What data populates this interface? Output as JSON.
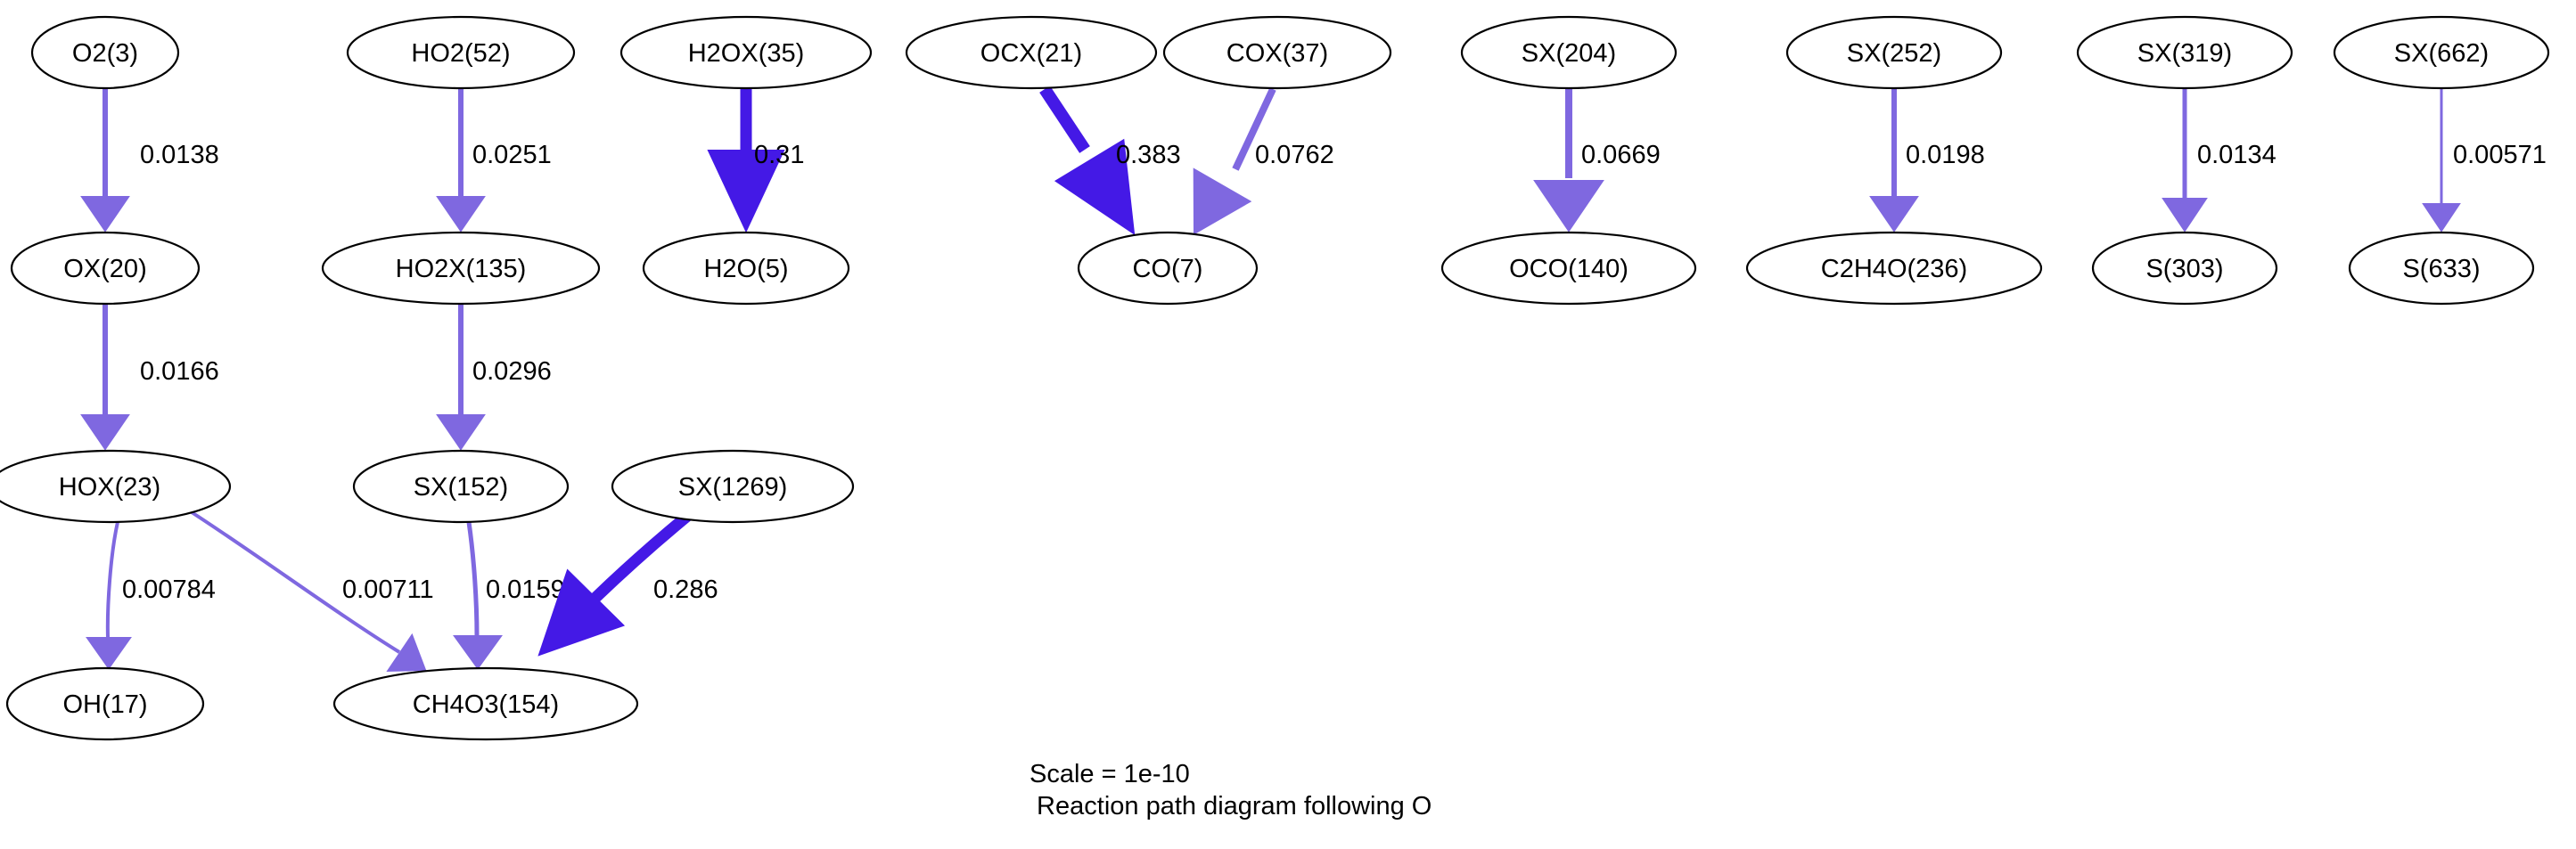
{
  "caption": {
    "scale": "Scale = 1e-10",
    "subtitle": " Reaction path diagram following O"
  },
  "colors": {
    "strong": "#4419e6",
    "medium": "#5a32e8",
    "weak": "#7f68e0"
  },
  "nodes": [
    {
      "id": "O2_3",
      "label": "O2(3)"
    },
    {
      "id": "HO2_52",
      "label": "HO2(52)"
    },
    {
      "id": "H2OX_35",
      "label": "H2OX(35)"
    },
    {
      "id": "OCX_21",
      "label": "OCX(21)"
    },
    {
      "id": "COX_37",
      "label": "COX(37)"
    },
    {
      "id": "SX_204",
      "label": "SX(204)"
    },
    {
      "id": "SX_252",
      "label": "SX(252)"
    },
    {
      "id": "SX_319",
      "label": "SX(319)"
    },
    {
      "id": "SX_662",
      "label": "SX(662)"
    },
    {
      "id": "OX_20",
      "label": "OX(20)"
    },
    {
      "id": "HO2X_135",
      "label": "HO2X(135)"
    },
    {
      "id": "H2O_5",
      "label": "H2O(5)"
    },
    {
      "id": "CO_7",
      "label": "CO(7)"
    },
    {
      "id": "OCO_140",
      "label": "OCO(140)"
    },
    {
      "id": "C2H4O_236",
      "label": "C2H4O(236)"
    },
    {
      "id": "S_303",
      "label": "S(303)"
    },
    {
      "id": "S_633",
      "label": "S(633)"
    },
    {
      "id": "HOX_23",
      "label": "HOX(23)"
    },
    {
      "id": "SX_152",
      "label": "SX(152)"
    },
    {
      "id": "SX_1269",
      "label": "SX(1269)"
    },
    {
      "id": "OH_17",
      "label": "OH(17)"
    },
    {
      "id": "CH4O3_154",
      "label": "CH4O3(154)"
    }
  ],
  "edges": [
    {
      "from": "O2_3",
      "to": "OX_20",
      "value": "0.0138"
    },
    {
      "from": "HO2_52",
      "to": "HO2X_135",
      "value": "0.0251"
    },
    {
      "from": "H2OX_35",
      "to": "H2O_5",
      "value": "0.31"
    },
    {
      "from": "OCX_21",
      "to": "CO_7",
      "value": "0.383"
    },
    {
      "from": "COX_37",
      "to": "CO_7",
      "value": "0.0762"
    },
    {
      "from": "SX_204",
      "to": "OCO_140",
      "value": "0.0669"
    },
    {
      "from": "SX_252",
      "to": "C2H4O_236",
      "value": "0.0198"
    },
    {
      "from": "SX_319",
      "to": "S_303",
      "value": "0.0134"
    },
    {
      "from": "SX_662",
      "to": "S_633",
      "value": "0.00571"
    },
    {
      "from": "OX_20",
      "to": "HOX_23",
      "value": "0.0166"
    },
    {
      "from": "HO2X_135",
      "to": "SX_152",
      "value": "0.0296"
    },
    {
      "from": "HOX_23",
      "to": "OH_17",
      "value": "0.00784"
    },
    {
      "from": "HOX_23",
      "to": "CH4O3_154",
      "value": "0.00711"
    },
    {
      "from": "SX_152",
      "to": "CH4O3_154",
      "value": "0.0159"
    },
    {
      "from": "SX_1269",
      "to": "CH4O3_154",
      "value": "0.286"
    }
  ]
}
